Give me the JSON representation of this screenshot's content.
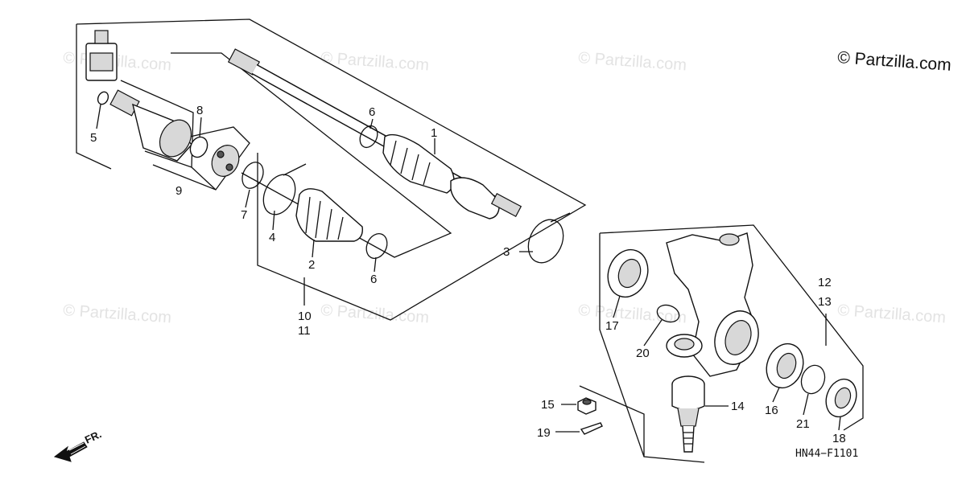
{
  "copyright": "© Partzilla.com",
  "watermark": "© Partzilla.com",
  "diagram_code": "HN44−F1101",
  "direction_label": "FR.",
  "colors": {
    "line": "#111111",
    "watermark": "#e3e3e3",
    "shade": "#d8d8d8"
  },
  "callouts": {
    "c1": "1",
    "c2": "2",
    "c3": "3",
    "c4": "4",
    "c5": "5",
    "c6a": "6",
    "c6b": "6",
    "c7": "7",
    "c8": "8",
    "c9": "9",
    "c10": "10",
    "c11": "11",
    "c12": "12",
    "c13": "13",
    "c14": "14",
    "c15": "15",
    "c16": "16",
    "c17": "17",
    "c18": "18",
    "c19": "19",
    "c20": "20",
    "c21": "21"
  }
}
